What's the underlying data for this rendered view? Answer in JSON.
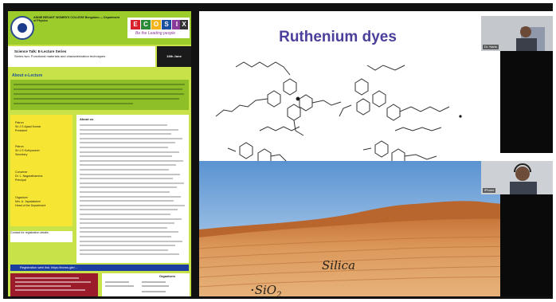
{
  "poster": {
    "college": "ANNIE BESANT WOMEN'S COLLEGE\nBengaluru — Department of Physics",
    "brand_letters": [
      "E",
      "C",
      "O",
      "S",
      "I",
      "X"
    ],
    "brand_colors": [
      "#d8212a",
      "#2a8a3a",
      "#f2b41a",
      "#1b4fa0",
      "#8a3a9a",
      "#d8212a"
    ],
    "brand_tagline": "Be the Leading people",
    "series_title": "Science Talk: E-Lecture Series",
    "series_subtitle": "Series two: Functional materials and characterization techniques",
    "date": "13th June",
    "about_heading": "About e-Lecture",
    "committee": [
      {
        "role": "Patron",
        "name": "Sri J.S Ajaad Kumar",
        "title": "President"
      },
      {
        "role": "Patron",
        "name": "Sri J.S Kuthyanesh",
        "title": "Secretary"
      },
      {
        "role": "Convener",
        "name": "Dr. L. Nagarathamma",
        "title": "Principal"
      },
      {
        "role": "Organizer",
        "name": "Mrs. A. Jayalakshmi",
        "title": "Head of the Department"
      }
    ],
    "right_heading": "About us",
    "registration_note": "Contact for registration details",
    "registration_link": "Registration web link: https://forms.gle/...",
    "bottom_right_heading": "Organisers"
  },
  "slide": {
    "title": "Ruthenium dyes",
    "label_silica": "Silica",
    "label_sio2_main": "SiO",
    "label_sio2_sub": "2"
  },
  "participants": [
    {
      "name": "Dr. Narla"
    },
    {
      "name": "iPhone"
    }
  ],
  "colors": {
    "poster_bg": "#c8e34a",
    "title_purple": "#4a3f9a",
    "registration_blue": "#1b3ea0",
    "footer_red": "#9b1b2b",
    "sand": "#d48a4a"
  }
}
